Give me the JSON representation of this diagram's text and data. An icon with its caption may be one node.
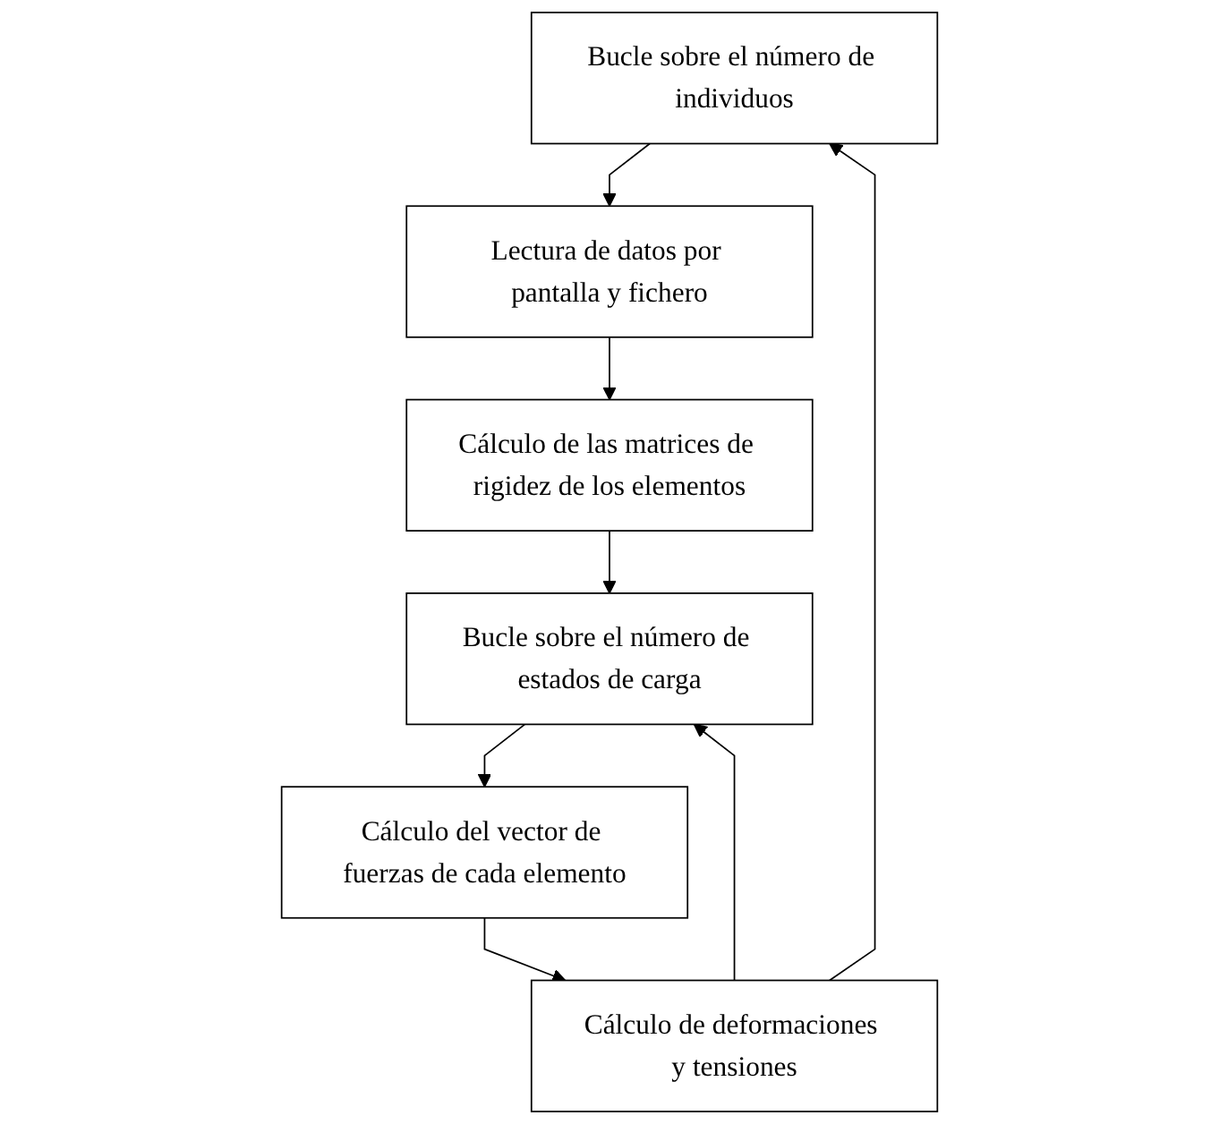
{
  "diagram": {
    "nodes": [
      {
        "text": [
          "Bucle sobre el número de individuos"
        ]
      },
      {
        "text": [
          "Lectura de datos por pantalla y fichero"
        ]
      },
      {
        "text": [
          "Cálculo de las matrices de rigidez de los elementos"
        ]
      },
      {
        "text": [
          "Bucle sobre el número de estados de carga"
        ]
      },
      {
        "text": [
          "Cálculo del vector de fuerzas de cada elemento"
        ]
      },
      {
        "text": [
          "Cálculo de deformaciones y tensiones"
        ]
      }
    ],
    "edges": [
      {
        "from": 0,
        "to": 1,
        "arrow": "to"
      },
      {
        "from": 1,
        "to": 2,
        "arrow": "to"
      },
      {
        "from": 2,
        "to": 3,
        "arrow": "to"
      },
      {
        "from": 3,
        "to": 4,
        "arrow": "to"
      },
      {
        "from": 4,
        "to": 5,
        "arrow": "to"
      },
      {
        "from": 5,
        "to": 3,
        "arrow": "to"
      },
      {
        "from": 5,
        "to": 0,
        "arrow": "to"
      }
    ]
  }
}
